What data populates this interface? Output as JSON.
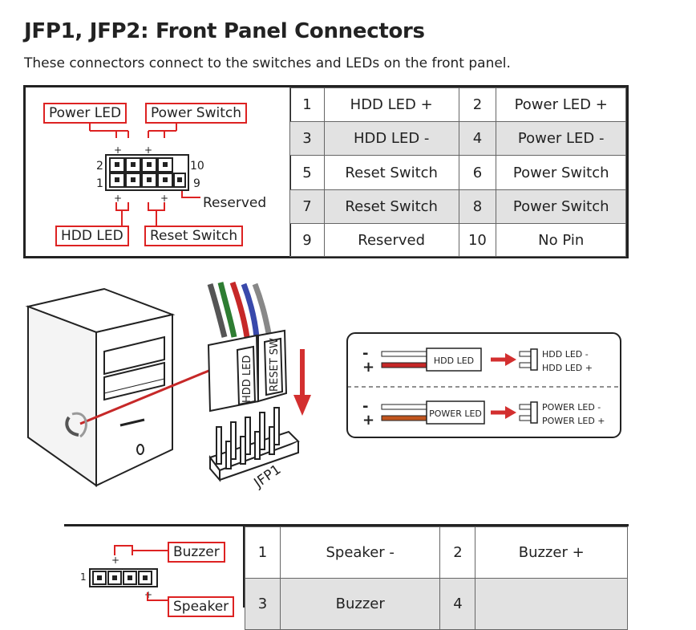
{
  "heading": "JFP1, JFP2: Front Panel Connectors",
  "intro": "These connectors connect to the switches and LEDs on the front panel.",
  "jfp1_diagram": {
    "labels": {
      "power_led": "Power LED",
      "power_switch": "Power Switch",
      "hdd_led": "HDD LED",
      "reset_switch": "Reset Switch",
      "reserved": "Reserved"
    },
    "pin_numbers": {
      "top_left": "2",
      "bottom_left": "1",
      "top_right": "10",
      "bottom_right": "9"
    },
    "polarity": {
      "plus": "+",
      "minus": "-"
    }
  },
  "jfp1_table": [
    [
      "1",
      "HDD LED +",
      "2",
      "Power LED +"
    ],
    [
      "3",
      "HDD LED -",
      "4",
      "Power LED -"
    ],
    [
      "5",
      "Reset Switch",
      "6",
      "Power Switch"
    ],
    [
      "7",
      "Reset Switch",
      "8",
      "Power Switch"
    ],
    [
      "9",
      "Reserved",
      "10",
      "No Pin"
    ]
  ],
  "install_figure": {
    "cable_labels": [
      "HDD LED",
      "RESET SW"
    ],
    "connector_label": "JFP1",
    "led_panels": [
      {
        "name": "HDD LED",
        "pins": [
          "HDD LED -",
          "HDD LED +"
        ]
      },
      {
        "name": "POWER LED",
        "pins": [
          "POWER LED -",
          "POWER LED +"
        ]
      }
    ],
    "colors": {
      "hdd_plus_wire": "#c62828",
      "power_plus_wire": "#c0551e",
      "arrow": "#d32f2f"
    }
  },
  "jfp2_diagram": {
    "labels": {
      "buzzer": "Buzzer",
      "speaker": "Speaker"
    },
    "pin_number": "1"
  },
  "jfp2_table": [
    [
      "1",
      "Speaker -",
      "2",
      "Buzzer +"
    ],
    [
      "3",
      "Buzzer",
      "4",
      ""
    ]
  ]
}
